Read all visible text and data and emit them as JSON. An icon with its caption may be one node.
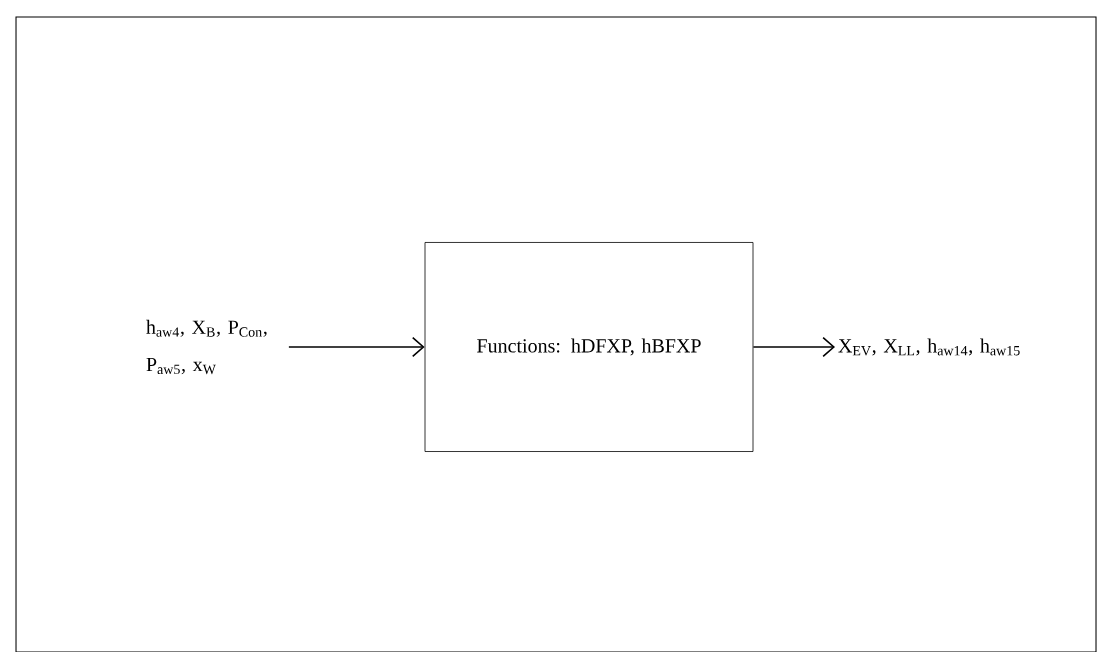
{
  "diagram": {
    "nodes": [
      {
        "text": [
          "h$_{aw4}$, X$_{B}$, P$_{Con}$, P$_{aw5}$, x$_{W}$"
        ]
      },
      {
        "text": [
          "Functions: hDFXP, hBFXP"
        ]
      },
      {
        "text": [
          "X$_{EV}$, X$_{LL}$, h$_{aw14}$, h$_{aw15}$"
        ]
      }
    ],
    "edges": [
      {
        "from": 0,
        "to": 1,
        "arrow": "to"
      },
      {
        "from": 1,
        "to": 2,
        "arrow": "to"
      }
    ]
  }
}
